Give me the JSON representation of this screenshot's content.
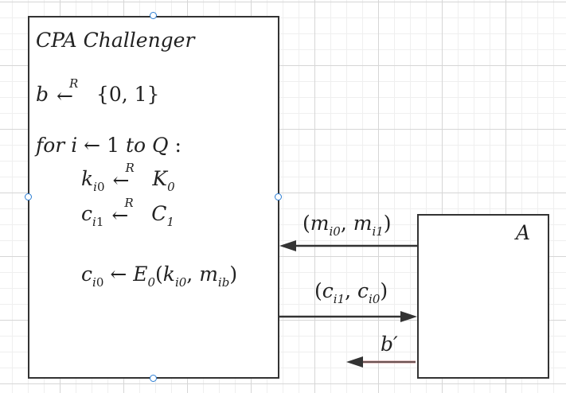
{
  "challenger": {
    "title": "CPA Challenger",
    "init": {
      "var": "b",
      "mark": "R",
      "arrow": "←",
      "set": "{0, 1}"
    },
    "loop": {
      "keyword": "for",
      "var": "i",
      "arrow": "←",
      "from": "1",
      "to_kw": "to",
      "bound": "Q",
      "colon": ":"
    },
    "k_step": {
      "base": "k",
      "sub": "i",
      "sub_num": "0",
      "mark": "R",
      "arrow": "←",
      "target_base": "K",
      "target_sub": "0"
    },
    "c1_step": {
      "base": "c",
      "sub": "i",
      "sub_num": "1",
      "mark": "R",
      "arrow": "←",
      "target_base": "C",
      "target_sub": "1"
    },
    "c0_step": {
      "base": "c",
      "sub": "i",
      "sub_num": "0",
      "arrow": "←",
      "fn": "E",
      "fn_sub": "0",
      "open": "(",
      "arg1_base": "k",
      "arg1_sub": "i0",
      "comma": ",",
      "arg2_base": "m",
      "arg2_sub": "ib",
      "close": ")"
    }
  },
  "adversary": {
    "label": "A"
  },
  "messages": {
    "m_msg": {
      "open": "(",
      "a_base": "m",
      "a_sub": "i0",
      "comma": ",",
      "b_base": "m",
      "b_sub": "i1",
      "close": ")"
    },
    "c_msg": {
      "open": "(",
      "a_base": "c",
      "a_sub": "i1",
      "comma": ",",
      "b_base": "c",
      "b_sub": "i0",
      "close": ")"
    },
    "b_msg": {
      "label": "b′"
    }
  },
  "colors": {
    "stroke": "#333333",
    "handle": "#2d7fd4",
    "accent_line": "#c98a8a"
  }
}
